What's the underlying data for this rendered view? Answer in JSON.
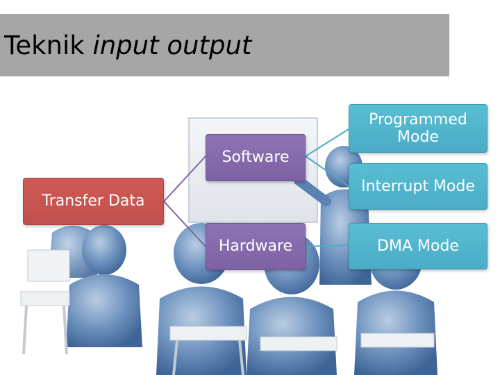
{
  "slide": {
    "title_plain": "Teknik ",
    "title_italic": "input output"
  },
  "diagram": {
    "root": {
      "label": "Transfer Data"
    },
    "level1": [
      {
        "label": "Software"
      },
      {
        "label": "Hardware"
      }
    ],
    "level2": [
      {
        "label": "Programmed\nMode"
      },
      {
        "label": "Interrupt Mode"
      },
      {
        "label": "DMA Mode"
      }
    ],
    "colors": {
      "root": "#c0504d",
      "level1": "#8064a2",
      "level2": "#4bacc6",
      "title_bar": "#a6a6a6"
    }
  }
}
